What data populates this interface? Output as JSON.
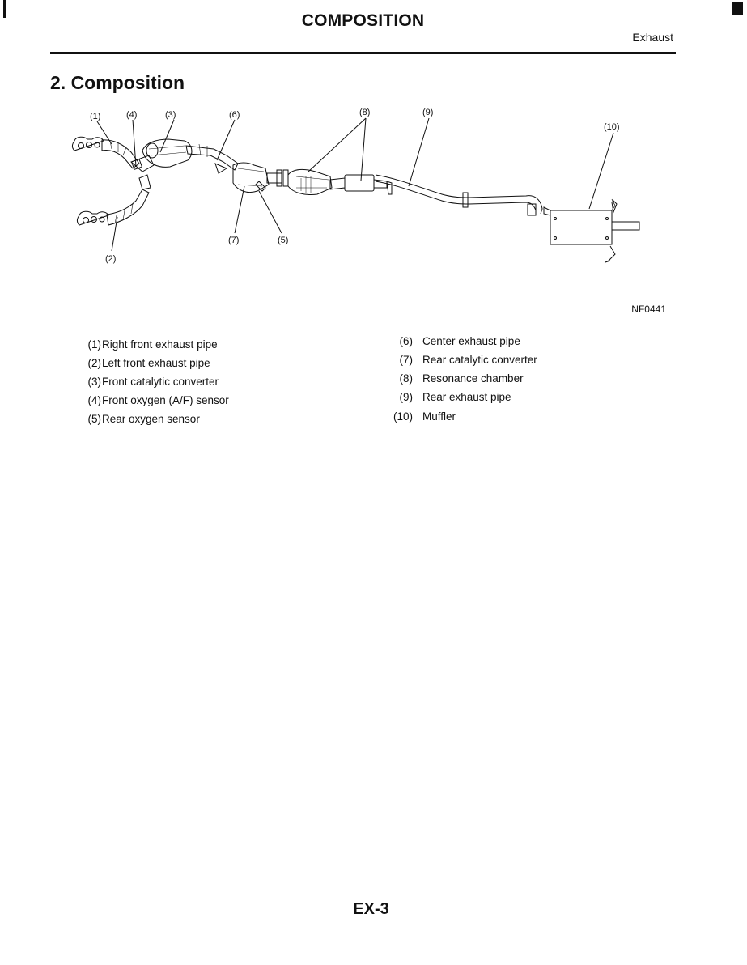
{
  "header": {
    "title": "COMPOSITION",
    "section": "Exhaust"
  },
  "heading": "2. Composition",
  "figure": {
    "id": "NF0441",
    "callouts": [
      "(1)",
      "(4)",
      "(3)",
      "(6)",
      "(8)",
      "(9)",
      "(10)",
      "(7)",
      "(5)",
      "(2)"
    ]
  },
  "legend": {
    "left": [
      {
        "num": "(1)",
        "text": "Right front exhaust pipe"
      },
      {
        "num": "(2)",
        "text": "Left front exhaust pipe"
      },
      {
        "num": "(3)",
        "text": "Front catalytic converter"
      },
      {
        "num": "(4)",
        "text": "Front oxygen (A/F) sensor"
      },
      {
        "num": "(5)",
        "text": "Rear oxygen sensor"
      }
    ],
    "right": [
      {
        "num": "(6)",
        "text": "Center exhaust pipe"
      },
      {
        "num": "(7)",
        "text": "Rear catalytic converter"
      },
      {
        "num": "(8)",
        "text": "Resonance chamber"
      },
      {
        "num": "(9)",
        "text": "Rear exhaust pipe"
      },
      {
        "num": "(10)",
        "text": "Muffler"
      }
    ]
  },
  "footer": {
    "page": "EX-3"
  }
}
